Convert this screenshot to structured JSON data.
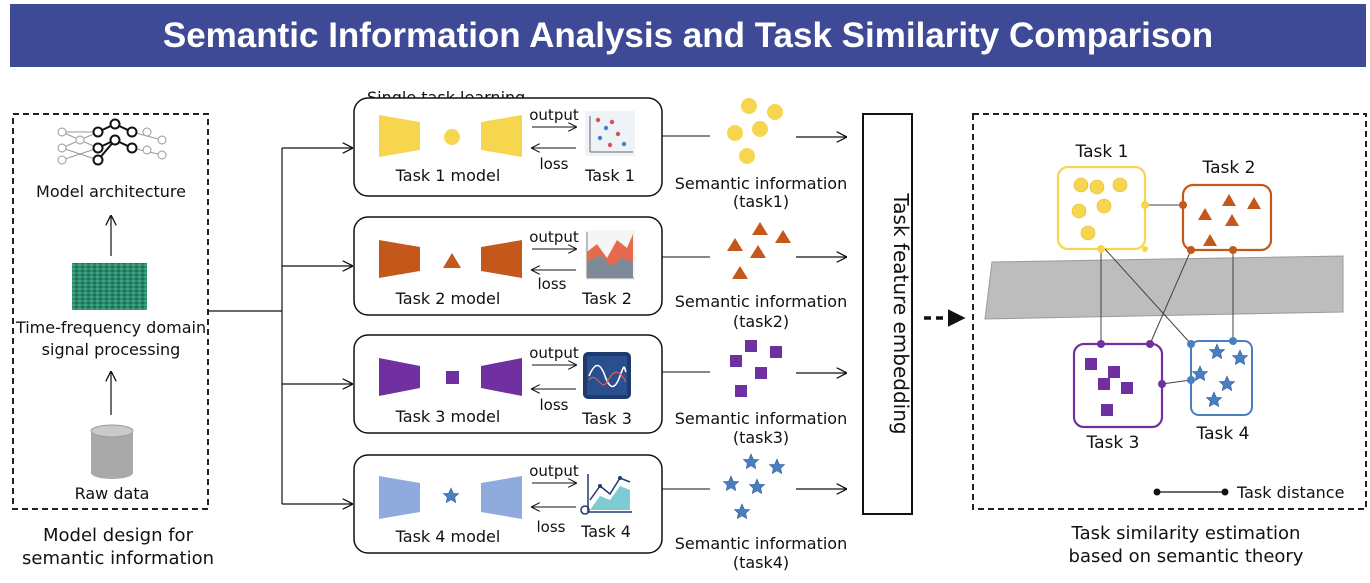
{
  "title": "Semantic Information Analysis and Task Similarity Comparison",
  "left_panel": {
    "model_architecture": "Model architecture",
    "signal_line1": "Time-frequency domain",
    "signal_line2": "signal processing",
    "raw_data": "Raw data",
    "caption_line1": "Model design for",
    "caption_line2": "semantic information"
  },
  "middle": {
    "single_task_learning": "Single task learning",
    "output_label": "output",
    "loss_label": "loss",
    "tasks": [
      {
        "model": "Task 1 model",
        "task": "Task 1",
        "semantic": "Semantic information",
        "semantic_sub": "(task1)",
        "color": "#f7d64f",
        "shape": "circle"
      },
      {
        "model": "Task 2 model",
        "task": "Task 2",
        "semantic": "Semantic information",
        "semantic_sub": "(task2)",
        "color": "#c4571a",
        "shape": "triangle"
      },
      {
        "model": "Task 3 model",
        "task": "Task 3",
        "semantic": "Semantic information",
        "semantic_sub": "(task3)",
        "color": "#7030a0",
        "shape": "square"
      },
      {
        "model": "Task 4 model",
        "task": "Task 4",
        "semantic": "Semantic information",
        "semantic_sub": "(task4)",
        "color": "#4a7fbf",
        "shape": "star"
      }
    ],
    "embedding_label": "Task feature embedding"
  },
  "right_panel": {
    "task1": "Task 1",
    "task2": "Task 2",
    "task3": "Task 3",
    "task4": "Task 4",
    "legend": "Task distance",
    "caption_line1": "Task similarity estimation",
    "caption_line2": "based on semantic theory"
  }
}
